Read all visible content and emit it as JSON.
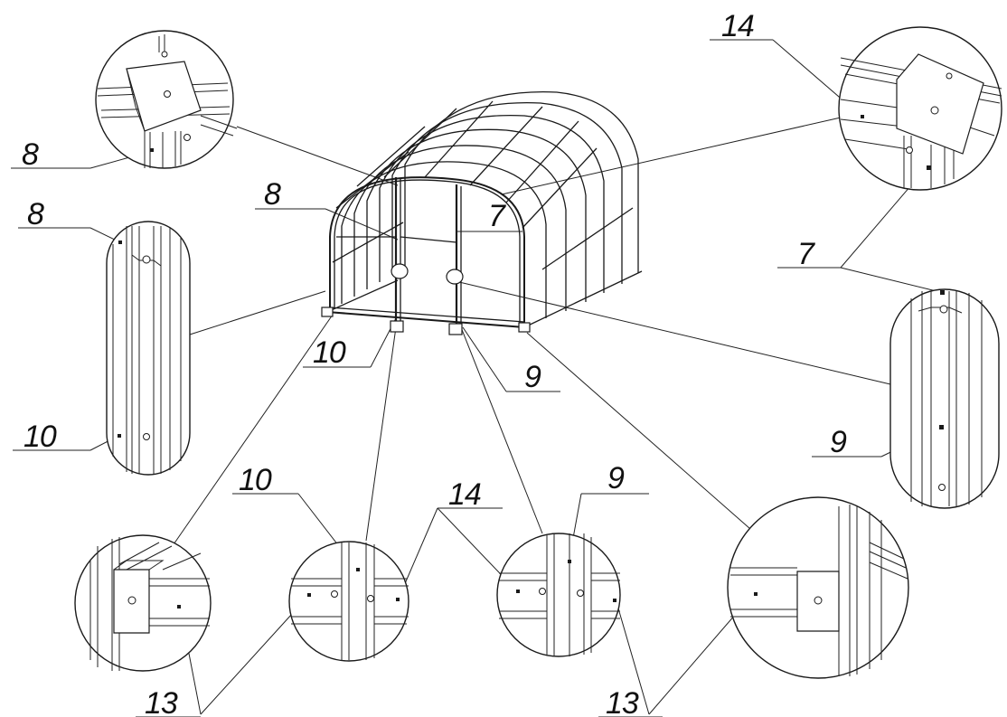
{
  "labels": {
    "callout_14_top": "14",
    "callout_8_upper": "8",
    "callout_8_frame": "8",
    "callout_8_left": "8",
    "callout_7_frame": "7",
    "callout_7_right": "7",
    "callout_10_left": "10",
    "callout_10_frame": "10",
    "callout_9_frame": "9",
    "callout_9_right": "9",
    "callout_10_bottom": "10",
    "callout_14_bottom": "14",
    "callout_9_bottom": "9",
    "callout_13_left": "13",
    "callout_13_right": "13"
  }
}
